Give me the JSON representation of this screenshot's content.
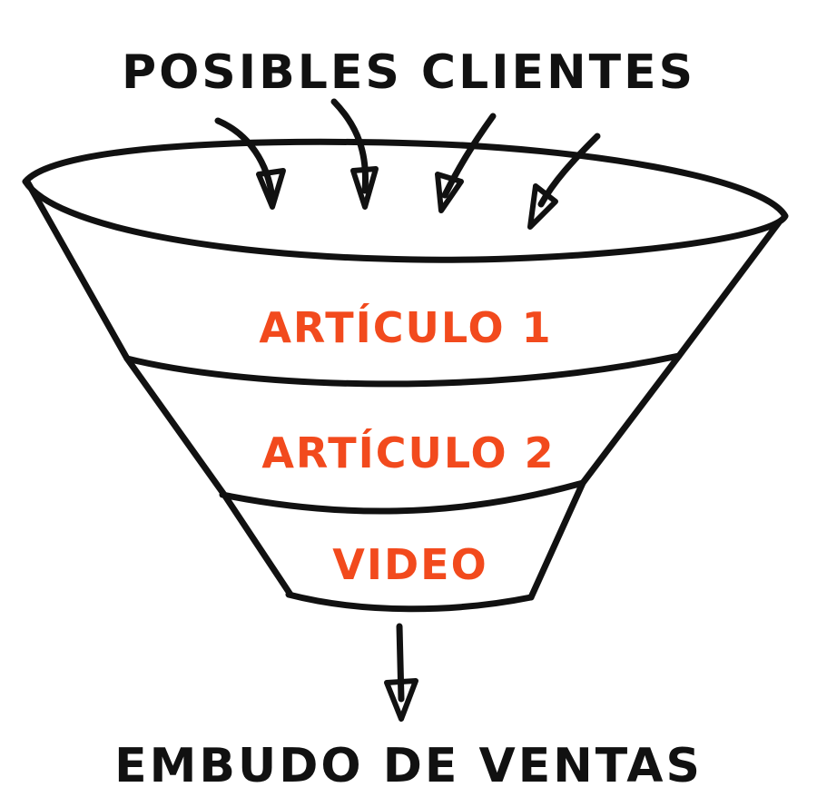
{
  "top_label": "POSIBLES CLIENTES",
  "bottom_label": "EMBUDO DE VENTAS",
  "stages": [
    {
      "label": "ARTÍCULO 1"
    },
    {
      "label": "ARTÍCULO 2"
    },
    {
      "label": "VIDEO"
    }
  ],
  "colors": {
    "ink": "#111111",
    "accent": "#f24a1d",
    "background": "#ffffff"
  }
}
